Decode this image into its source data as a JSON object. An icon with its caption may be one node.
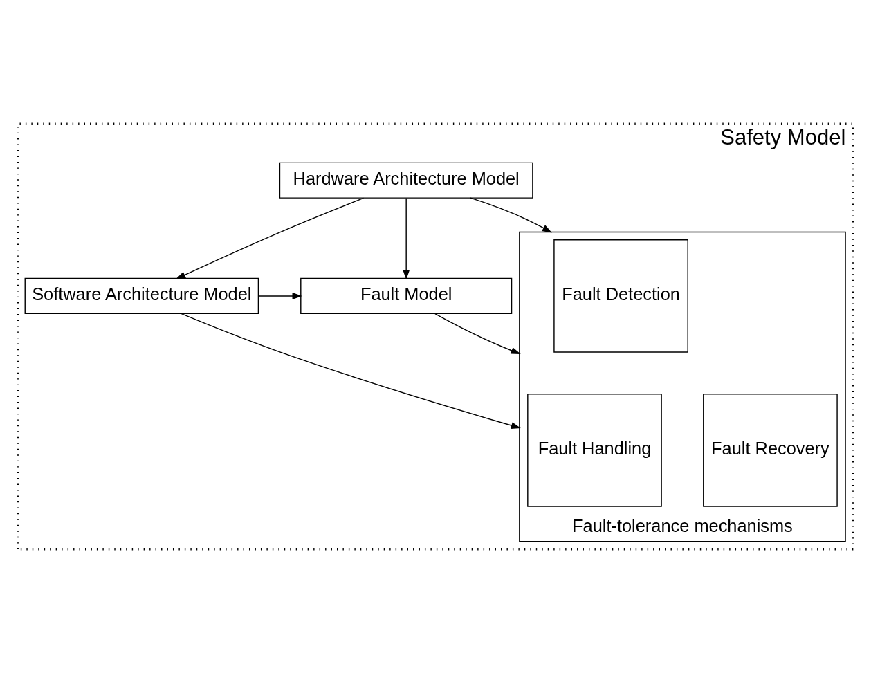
{
  "diagram": {
    "nodes": [
      {
        "text": [
          "Safety Model"
        ]
      },
      {
        "text": [
          "Hardware Architecture Model"
        ],
        "in": 0
      },
      {
        "text": [
          "Software Architecture Model"
        ],
        "in": 0
      },
      {
        "text": [
          "Fault Model"
        ],
        "in": 0
      },
      {
        "text": [
          "Fault-tolerance mechanisms"
        ],
        "in": 0
      },
      {
        "text": [
          "Fault Detection"
        ],
        "in": 4
      },
      {
        "text": [
          "Fault Handling"
        ],
        "in": 4
      },
      {
        "text": [
          "Fault Recovery"
        ],
        "in": 4
      }
    ],
    "edges": [
      {
        "from": 1,
        "to": 4,
        "arrow": "to"
      },
      {
        "from": 1,
        "to": 2,
        "arrow": "to"
      },
      {
        "from": 1,
        "to": 3,
        "arrow": "to"
      },
      {
        "from": 2,
        "to": 3,
        "arrow": "to"
      },
      {
        "from": 2,
        "to": 4,
        "arrow": "to"
      },
      {
        "from": 3,
        "to": 4,
        "arrow": "to"
      }
    ]
  }
}
